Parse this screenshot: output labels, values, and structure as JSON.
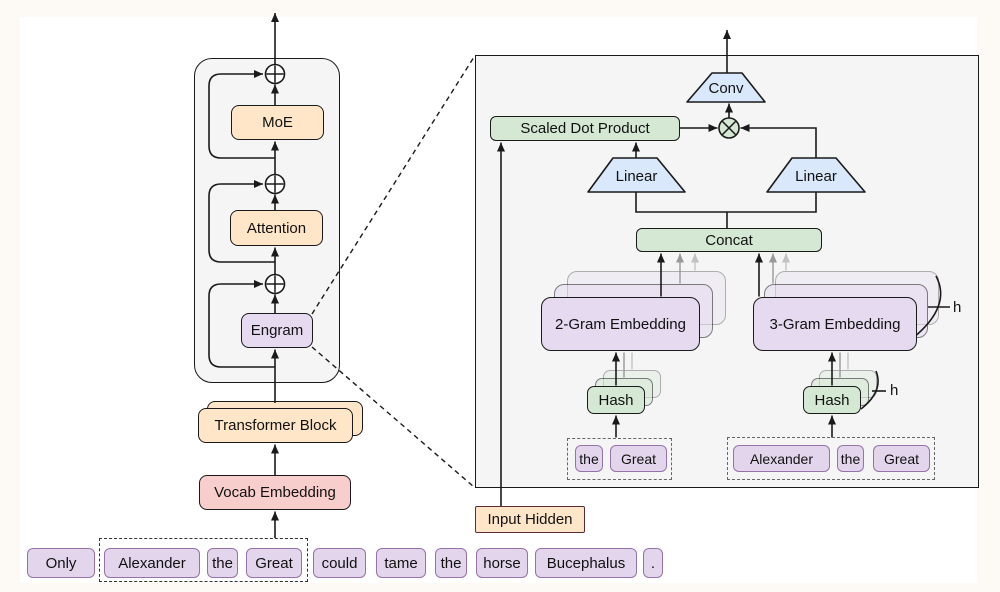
{
  "figure": {
    "description": "Engram-augmented transformer architecture diagram with zoomed-in Engram module detail"
  },
  "left": {
    "moe": "MoE",
    "attention": "Attention",
    "engram": "Engram",
    "transformer_block": "Transformer Block",
    "vocab_embedding": "Vocab Embedding"
  },
  "sentence": {
    "tokens": [
      "Only",
      "Alexander",
      "the",
      "Great",
      "could",
      "tame",
      "the",
      "horse",
      "Bucephalus",
      "."
    ]
  },
  "detail": {
    "conv": "Conv",
    "scaled_dot_product": "Scaled Dot Product",
    "linear_left": "Linear",
    "linear_right": "Linear",
    "concat": "Concat",
    "two_gram": "2-Gram Embedding",
    "three_gram": "3-Gram Embedding",
    "hash_left": "Hash",
    "hash_right": "Hash",
    "h_embeddings": "h",
    "h_hash": "h",
    "bigram_tokens": [
      "the",
      "Great"
    ],
    "trigram_tokens": [
      "Alexander",
      "the",
      "Great"
    ],
    "input_hidden": "Input Hidden"
  },
  "icons": {
    "add_circle": "⊕",
    "multiply_circle": "⊗"
  },
  "colors": {
    "orange_block": "#ffe6c8",
    "pink_block": "#f8cecc",
    "purple_block": "#e6daf0",
    "token_purple": "#e3d6ec",
    "token_border": "#9673a6",
    "green_block": "#d5e8d4",
    "blue_trapezoid": "#dae8fc",
    "panel_gray": "#f5f5f5",
    "input_hidden_border": "#5d2a3a",
    "page_margin": "#fdfaf6"
  }
}
